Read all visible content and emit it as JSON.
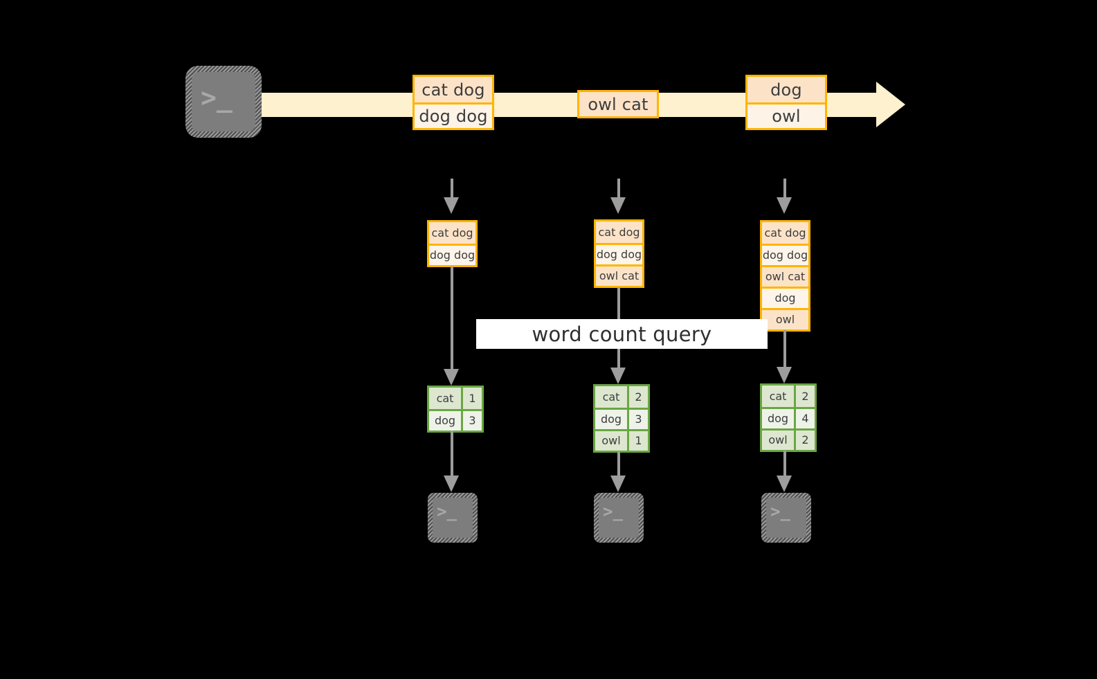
{
  "diagram": {
    "title": "",
    "query_label": "word count query",
    "colors": {
      "stream_band": "#fdf1cf",
      "event_border": "#ffb400",
      "event_fill_dark": "#fce3c8",
      "event_fill_light": "#fdf3e7",
      "result_border": "#6aa642",
      "result_fill_dark": "#dde7d0",
      "result_fill_light": "#eef3e9",
      "arrow_grey": "#9d9d9d",
      "terminal_grey": "#7d7d7d",
      "label_bg": "#ffffff"
    }
  },
  "source": {
    "icon": "terminal-prompt-icon",
    "glyph": ">_"
  },
  "stream": {
    "direction_icon": "right-arrow-icon",
    "events": [
      {
        "name": "event-group-1",
        "lines": [
          "cat dog",
          "dog dog"
        ]
      },
      {
        "name": "event-group-2",
        "lines": [
          "owl cat"
        ]
      },
      {
        "name": "event-group-3",
        "lines": [
          "dog",
          "owl"
        ]
      }
    ]
  },
  "snapshots": [
    {
      "name": "state-snapshot-1",
      "rows": [
        "cat dog",
        "dog dog"
      ]
    },
    {
      "name": "state-snapshot-2",
      "rows": [
        "cat dog",
        "dog dog",
        "owl cat"
      ]
    },
    {
      "name": "state-snapshot-3",
      "rows": [
        "cat dog",
        "dog dog",
        "owl cat",
        "dog",
        "owl"
      ]
    }
  ],
  "results": [
    {
      "name": "result-table-1",
      "rows": [
        {
          "word": "cat",
          "count": "1"
        },
        {
          "word": "dog",
          "count": "3"
        }
      ]
    },
    {
      "name": "result-table-2",
      "rows": [
        {
          "word": "cat",
          "count": "2"
        },
        {
          "word": "dog",
          "count": "3"
        },
        {
          "word": "owl",
          "count": "1"
        }
      ]
    },
    {
      "name": "result-table-3",
      "rows": [
        {
          "word": "cat",
          "count": "2"
        },
        {
          "word": "dog",
          "count": "4"
        },
        {
          "word": "owl",
          "count": "2"
        }
      ]
    }
  ],
  "sinks": [
    {
      "name": "sink-terminal-1",
      "glyph": ">_"
    },
    {
      "name": "sink-terminal-2",
      "glyph": ">_"
    },
    {
      "name": "sink-terminal-3",
      "glyph": ">_"
    }
  ]
}
